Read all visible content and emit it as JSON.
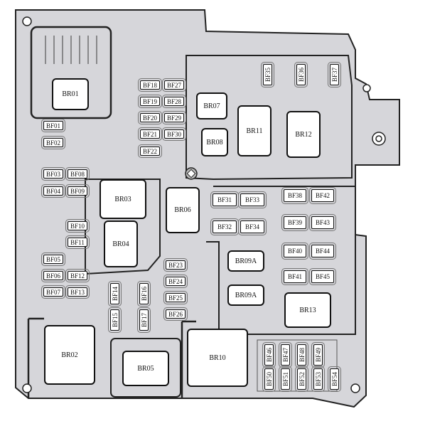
{
  "diagram": {
    "relays": [
      "BR01",
      "BR02",
      "BR03",
      "BR04",
      "BR05",
      "BR06",
      "BR07",
      "BR08",
      "BR09A",
      "BR09A",
      "BR10",
      "BR11",
      "BR12",
      "BR13"
    ],
    "fuses_horizontal": [
      "BF01",
      "BF02",
      "BF03",
      "BF04",
      "BF08",
      "BF09",
      "BF10",
      "BF11",
      "BF05",
      "BF06",
      "BF07",
      "BF12",
      "BF13",
      "BF18",
      "BF19",
      "BF20",
      "BF21",
      "BF22",
      "BF27",
      "BF28",
      "BF29",
      "BF30",
      "BF23",
      "BF24",
      "BF25",
      "BF26",
      "BF31",
      "BF33",
      "BF32",
      "BF34",
      "BF38",
      "BF42",
      "BF39",
      "BF43",
      "BF40",
      "BF44",
      "BF41",
      "BF45"
    ],
    "fuses_vertical": [
      "BF14",
      "BF15",
      "BF16",
      "BF17",
      "BF35",
      "BF36",
      "BF37",
      "BF46",
      "BF47",
      "BF48",
      "BF49",
      "BF50",
      "BF51",
      "BF52",
      "BF53",
      "BF54"
    ],
    "colors": {
      "housing": "#d6d6da",
      "outline": "#222222",
      "fuse": "#ffffff"
    }
  }
}
